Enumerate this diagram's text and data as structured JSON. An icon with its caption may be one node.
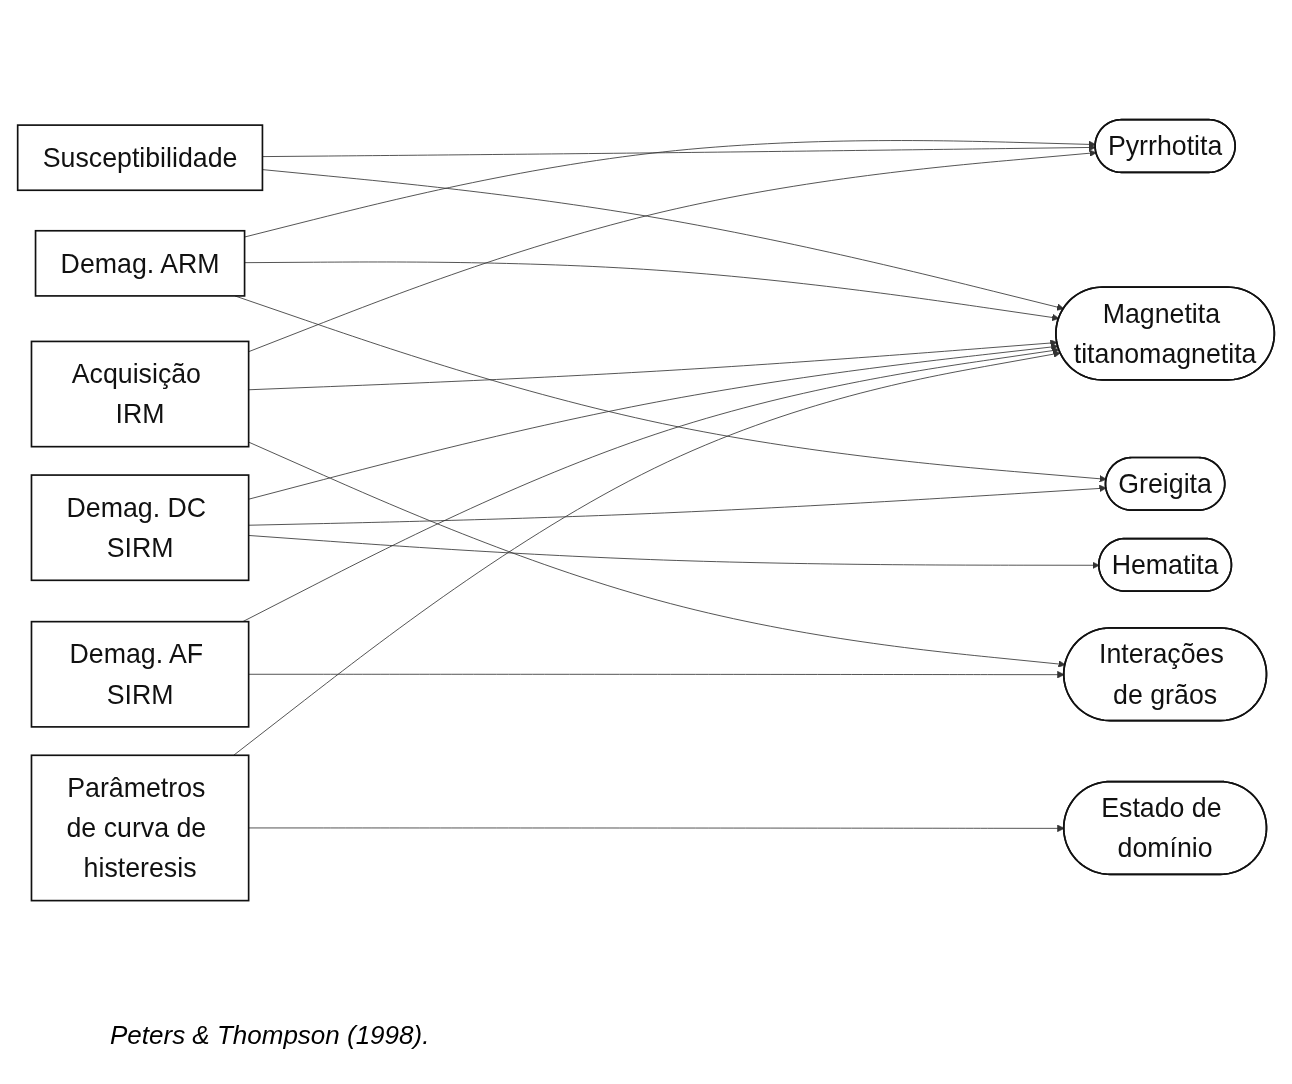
{
  "diagram": {
    "caption": "Peters & Thompson (1998).",
    "nodes": [
      {
        "text": [
          "Susceptibilidade"
        ]
      },
      {
        "text": [
          "Demag. ARM"
        ]
      },
      {
        "text": [
          "Pyrrhotita"
        ]
      },
      {
        "text": [
          "Greigita"
        ]
      },
      {
        "text": [
          "Acquisição IRM"
        ]
      },
      {
        "text": [
          "Magnetita titanomagnetita"
        ]
      },
      {
        "text": [
          "Demag. DC SIRM"
        ]
      },
      {
        "text": [
          "Interações de grãos"
        ]
      },
      {
        "text": [
          "Hematita"
        ]
      },
      {
        "text": [
          "Demag. AF SIRM"
        ]
      },
      {
        "text": [
          "Parâmetros de curva de histeresis"
        ]
      },
      {
        "text": [
          "Estado de domínio"
        ]
      }
    ],
    "edges": [
      {
        "from": 1,
        "to": 2,
        "arrow": "to"
      },
      {
        "from": 0,
        "to": 2,
        "arrow": "to"
      },
      {
        "from": 0,
        "to": 5,
        "arrow": "to"
      },
      {
        "from": 1,
        "to": 5,
        "arrow": "to"
      },
      {
        "from": 1,
        "to": 3,
        "arrow": "to"
      },
      {
        "from": 4,
        "to": 2,
        "arrow": "to"
      },
      {
        "from": 4,
        "to": 7,
        "arrow": "to"
      },
      {
        "from": 4,
        "to": 5,
        "arrow": "to"
      },
      {
        "from": 6,
        "to": 5,
        "arrow": "to"
      },
      {
        "from": 6,
        "to": 3,
        "arrow": "to"
      },
      {
        "from": 6,
        "to": 8,
        "arrow": "to"
      },
      {
        "from": 9,
        "to": 7,
        "arrow": "to"
      },
      {
        "from": 9,
        "to": 5,
        "arrow": "to"
      },
      {
        "from": 10,
        "to": 5,
        "arrow": "to"
      },
      {
        "from": 10,
        "to": 11,
        "arrow": "to"
      }
    ]
  }
}
